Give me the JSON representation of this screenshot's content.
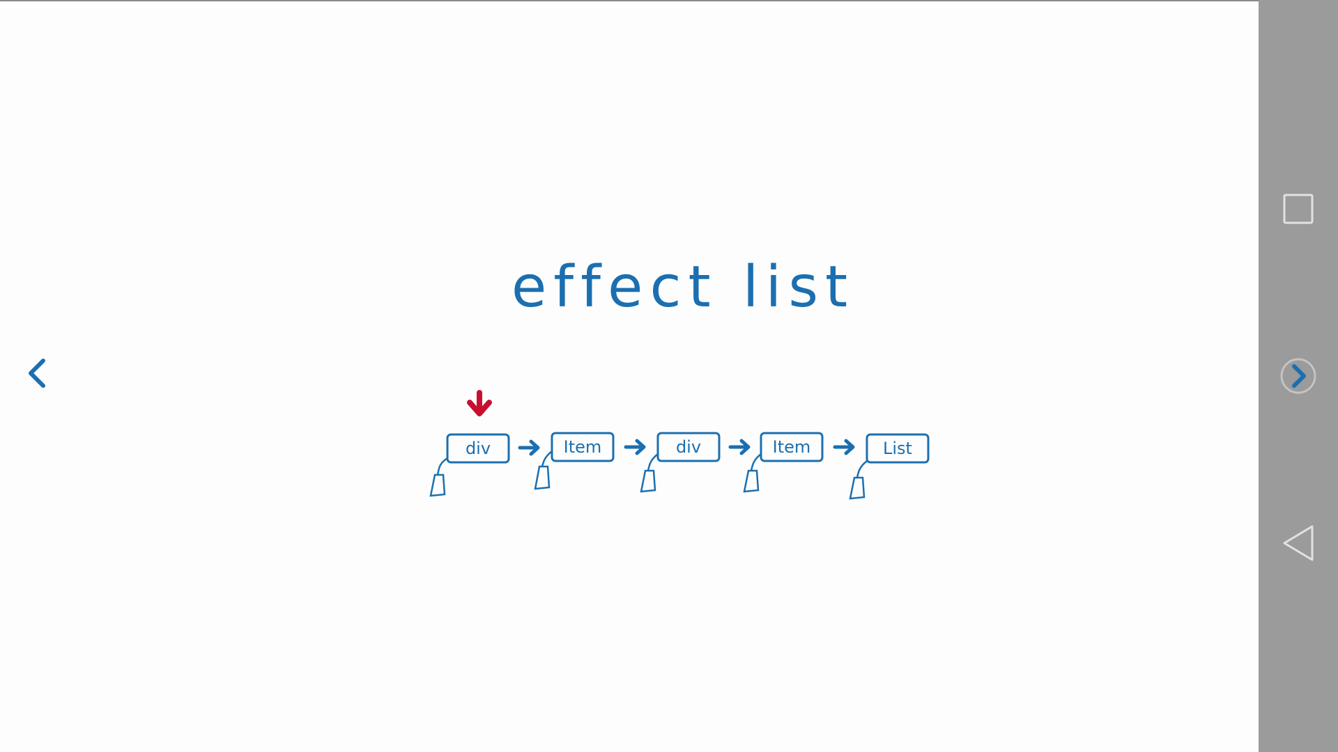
{
  "slide": {
    "title": "effect list",
    "nodes": [
      {
        "label": "div",
        "marked": true
      },
      {
        "label": "Item",
        "marked": false
      },
      {
        "label": "div",
        "marked": false
      },
      {
        "label": "Item",
        "marked": false
      },
      {
        "label": "List",
        "marked": false
      }
    ],
    "prev_icon": "chevron-left-icon",
    "next_icon": "chevron-right-icon",
    "marker_icon": "arrow-down-icon"
  },
  "system_nav": {
    "buttons": [
      {
        "name": "recents-button",
        "icon": "square-icon"
      },
      {
        "name": "next-slide-button",
        "icon": "chevron-right-circle-icon"
      },
      {
        "name": "back-button",
        "icon": "triangle-back-icon"
      }
    ]
  },
  "colors": {
    "accent_blue": "#1b6fb0",
    "marker_red": "#c8102e",
    "navbar_gray": "#9b9b9b",
    "background": "#fdfdfd"
  }
}
